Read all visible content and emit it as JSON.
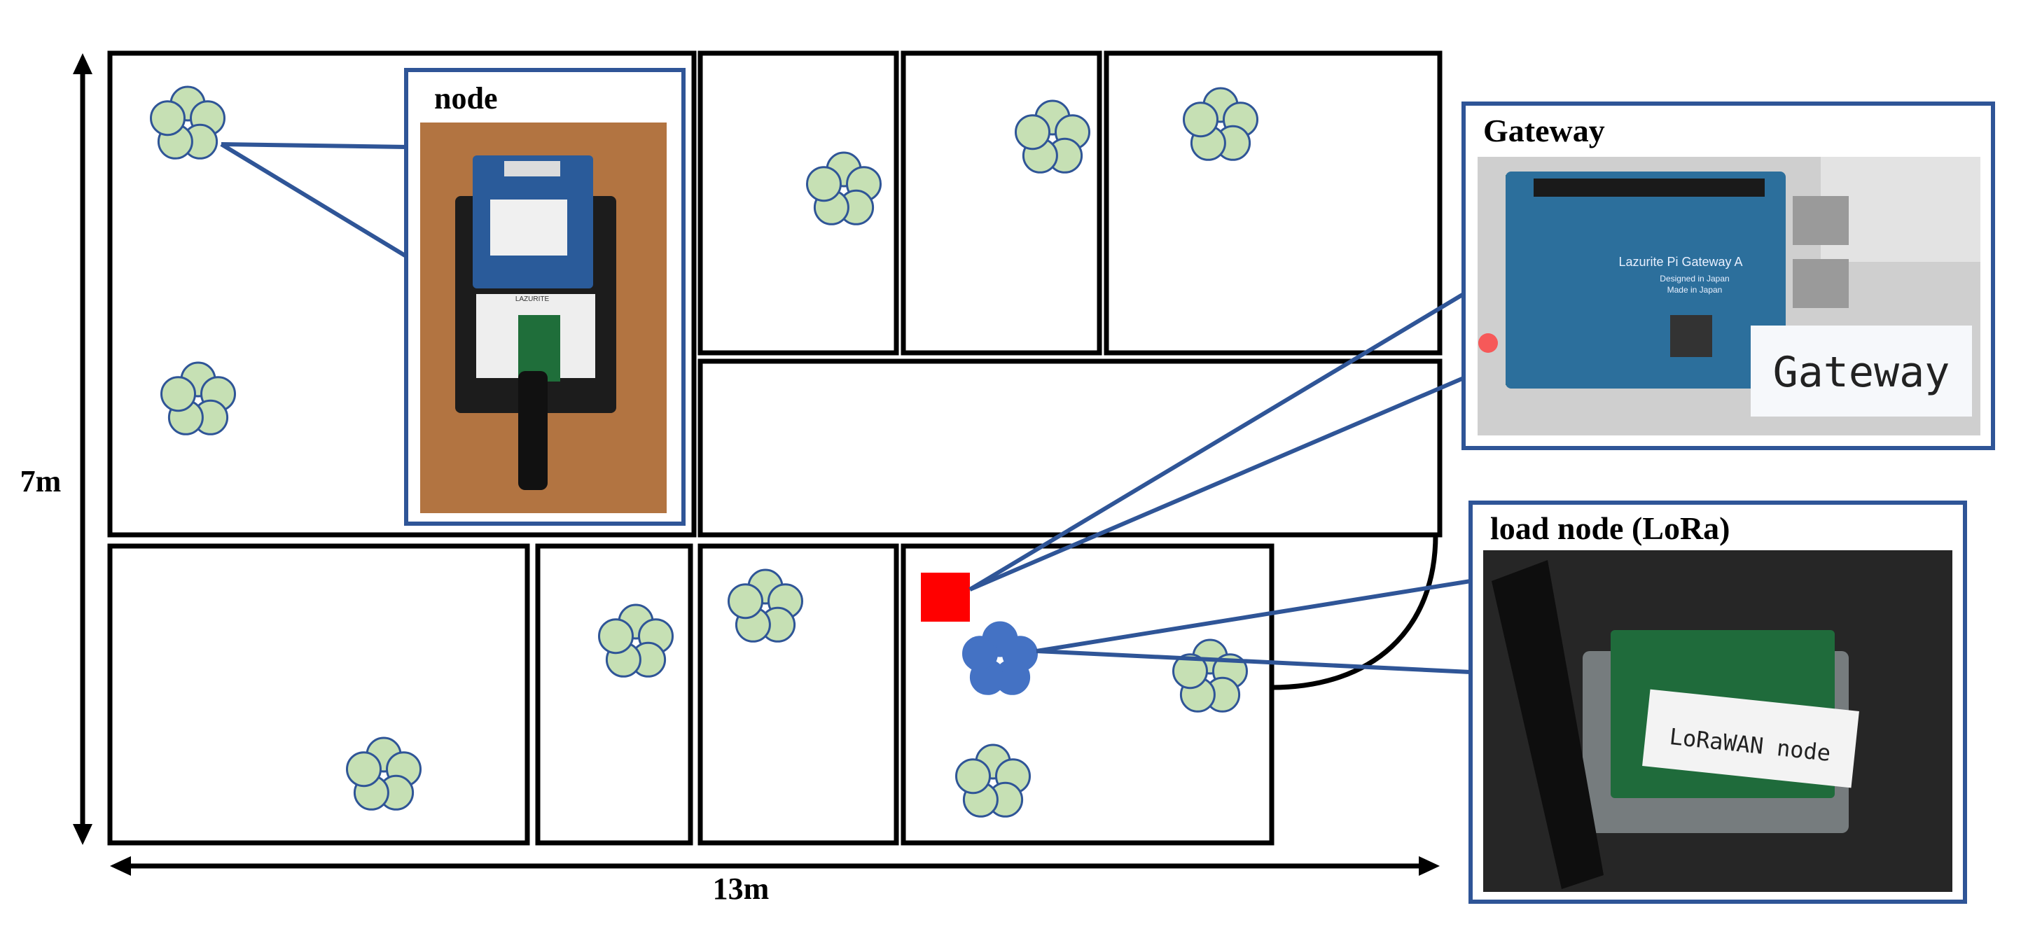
{
  "labels": {
    "height": "7m",
    "width": "13m",
    "node_title": "node",
    "gateway_title": "Gateway",
    "load_node_title": "load node (LoRa)"
  },
  "photos": {
    "gateway_board_text": "Lazurite Pi Gateway A",
    "gateway_board_sub1": "Designed in Japan",
    "gateway_board_sub2": "Made in Japan",
    "gateway_tag": "Gateway",
    "lora_tag": "LoRaWAN node",
    "node_board_text": "LAZURITE"
  },
  "colors": {
    "wall": "#000000",
    "callout": "#2f5597",
    "node_fill": "#c6e0b4",
    "node_stroke": "#2f5597",
    "load_node_fill": "#4472c4",
    "gateway": "#ff0000"
  }
}
